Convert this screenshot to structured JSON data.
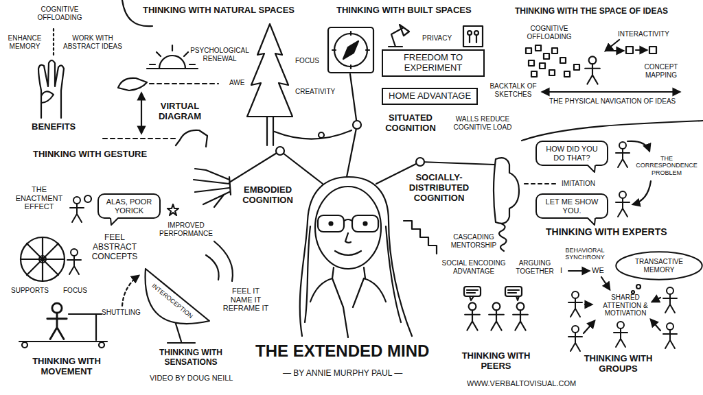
{
  "diagram": {
    "title": "THE EXTENDED MIND",
    "nodes": [
      {
        "text": [
          "FREEDOM TO EXPERIMENT"
        ]
      },
      {
        "text": [
          "HOME ADVANTAGE"
        ]
      },
      {
        "text": [
          "HOW DID YOU DO THAT?"
        ]
      },
      {
        "text": [
          "ALAS, POOR YORICK"
        ]
      },
      {
        "text": [
          "LET ME SHOW YOU."
        ]
      },
      {
        "text": [
          "TRANSACTIVE MEMORY"
        ]
      }
    ],
    "labels": [
      "COGNITIVE OFFLOADING",
      "ENHANCE MEMORY",
      "WORK WITH ABSTRACT IDEAS",
      "BENEFITS",
      "THINKING WITH GESTURE",
      "VIRTUAL DIAGRAM",
      "THINKING WITH NATURAL SPACES",
      "PSYCHOLOGICAL RENEWAL",
      "AWE",
      "FOCUS",
      "CREATIVITY",
      "THINKING WITH BUILT SPACES",
      "PRIVACY",
      "SITUATED COGNITION",
      "WALLS REDUCE COGNITIVE LOAD",
      "THINKING WITH THE SPACE OF IDEAS",
      "COGNITIVE OFFLOADING",
      "INTERACTIVITY",
      "CONCEPT MAPPING",
      "BACKTALK OF SKETCHES",
      "THE PHYSICAL NAVIGATION OF IDEAS",
      "EMBODIED COGNITION",
      "SOCIALLY-DISTRIBUTED COGNITION",
      "IMITATION",
      "THE CORRESPONDENCE PROBLEM",
      "THINKING WITH EXPERTS",
      "THE ENACTMENT EFFECT",
      "FEEL ABSTRACT CONCEPTS",
      "IMPROVED PERFORMANCE",
      "INTEROCEPTION",
      "FEEL IT NAME IT REFRAME IT",
      "SHUTTLING",
      "SUPPORTS",
      "FOCUS",
      "THINKING WITH SENSATIONS",
      "THINKING WITH MOVEMENT",
      "CASCADING MENTORSHIP",
      "SOCIAL ENCODING ADVANTAGE",
      "ARGUING TOGETHER",
      "THINKING WITH PEERS",
      "BEHAVIORAL SYNCHRONY",
      "I",
      "WE",
      "SHARED ATTENTION & MOTIVATION",
      "THINKING WITH GROUPS",
      "VIDEO BY DOUG NEILL",
      "— BY ANNIE MURPHY PAUL —",
      "WWW.VERBALTOVISUAL.COM"
    ]
  }
}
